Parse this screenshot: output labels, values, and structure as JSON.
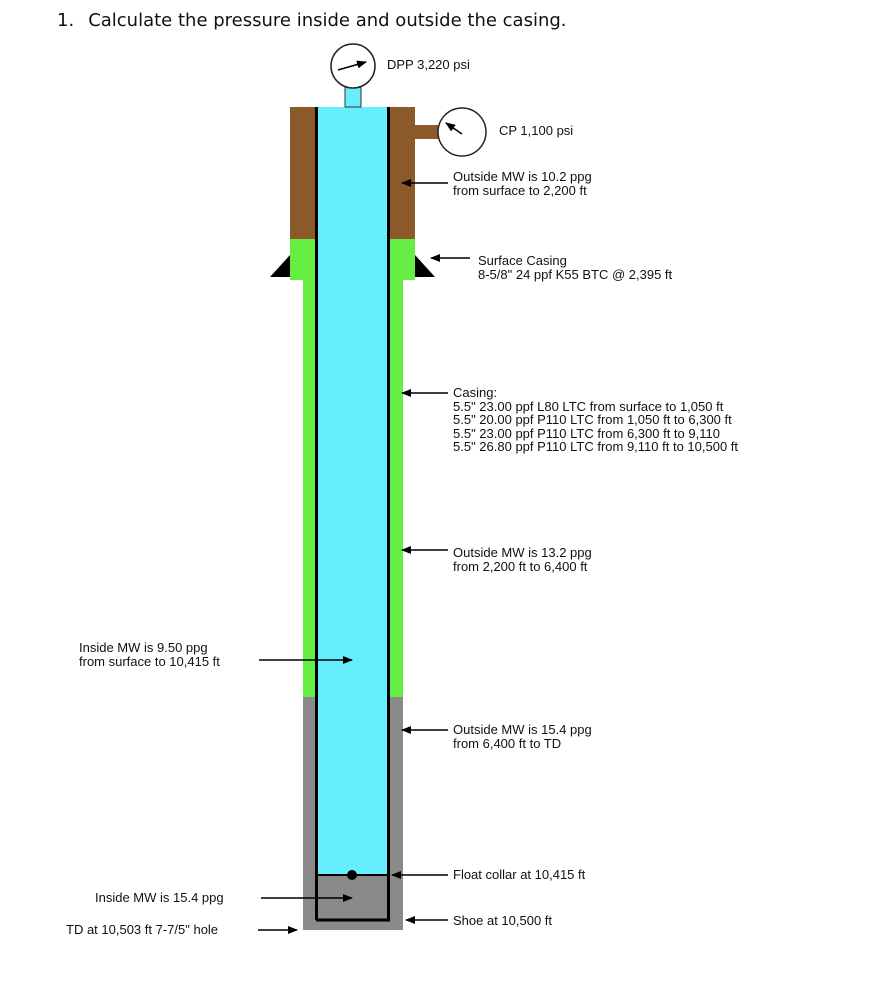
{
  "question": {
    "number": "1.",
    "text": "Calculate the pressure inside and outside the casing."
  },
  "gauges": {
    "dpp": "DPP 3,220 psi",
    "cp": "CP 1,100 psi"
  },
  "labels": {
    "outside_mw_1": [
      "Outside MW is 10.2 ppg",
      "from surface to 2,200 ft"
    ],
    "surface_casing": [
      "Surface Casing",
      "8-5/8\" 24 ppf K55 BTC @ 2,395 ft"
    ],
    "casing": [
      "Casing:",
      "5.5\" 23.00 ppf L80 LTC from surface to 1,050 ft",
      "5.5\" 20.00 ppf P110 LTC from 1,050 ft to 6,300 ft",
      "5.5\" 23.00 ppf P110 LTC from 6,300 ft  to 9,110",
      "5.5\" 26.80 ppf P110 LTC from 9,110 ft to 10,500 ft"
    ],
    "outside_mw_2": [
      "Outside MW is 13.2 ppg",
      "from 2,200 ft to 6,400 ft"
    ],
    "inside_mw_1": [
      "Inside MW is 9.50 ppg",
      "from surface to 10,415 ft"
    ],
    "outside_mw_3": [
      "Outside MW is 15.4 ppg",
      "from 6,400 ft to TD"
    ],
    "float_collar": "Float collar at 10,415 ft",
    "inside_mw_2": "Inside MW is 15.4 ppg",
    "shoe": "Shoe at 10,500 ft",
    "td": "TD at 10,503 ft 7-7/5\" hole"
  },
  "colors": {
    "mud_top": "#8b5a2b",
    "mud_mid": "#66ee44",
    "mud_bottom": "#8a8a8a",
    "inside_fluid": "#66eeff",
    "cement": "#8a8a8a",
    "casing_wall": "#000000"
  }
}
